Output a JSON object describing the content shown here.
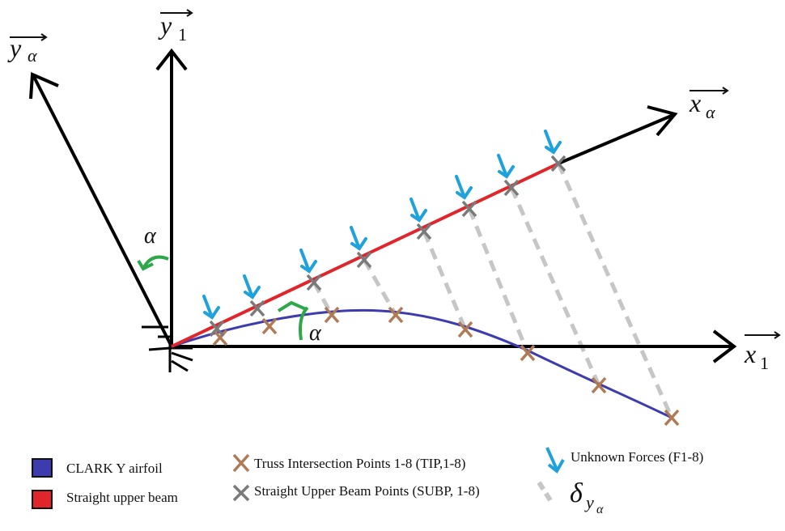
{
  "axes": {
    "x1": {
      "base": "x",
      "sub": "1"
    },
    "y1": {
      "base": "y",
      "sub": "1"
    },
    "xa": {
      "base": "x",
      "sub": "α"
    },
    "ya": {
      "base": "y",
      "sub": "α"
    }
  },
  "angle_label_1": "α",
  "angle_label_2": "α",
  "legend": {
    "airfoil": "CLARK Y airfoil",
    "beam": "Straight upper beam",
    "tip": "Truss Intersection Points 1-8 (TIP,1-8)",
    "subp": "Straight Upper Beam Points (SUBP, 1-8)",
    "forces": "Unknown Forces (F1-8)",
    "delta": {
      "base": "δ",
      "sub": "y",
      "subsub": "α"
    }
  },
  "colors": {
    "airfoil": "#3c3caf",
    "beam": "#e0262b",
    "tip_marker": "#b07a55",
    "subp_marker": "#7a7a7a",
    "force_arrow": "#1fa2dc",
    "rotation_arrow": "#2ca84a",
    "dashed_link": "#c6c6c6",
    "axis": "#000000"
  },
  "point_count": 8
}
